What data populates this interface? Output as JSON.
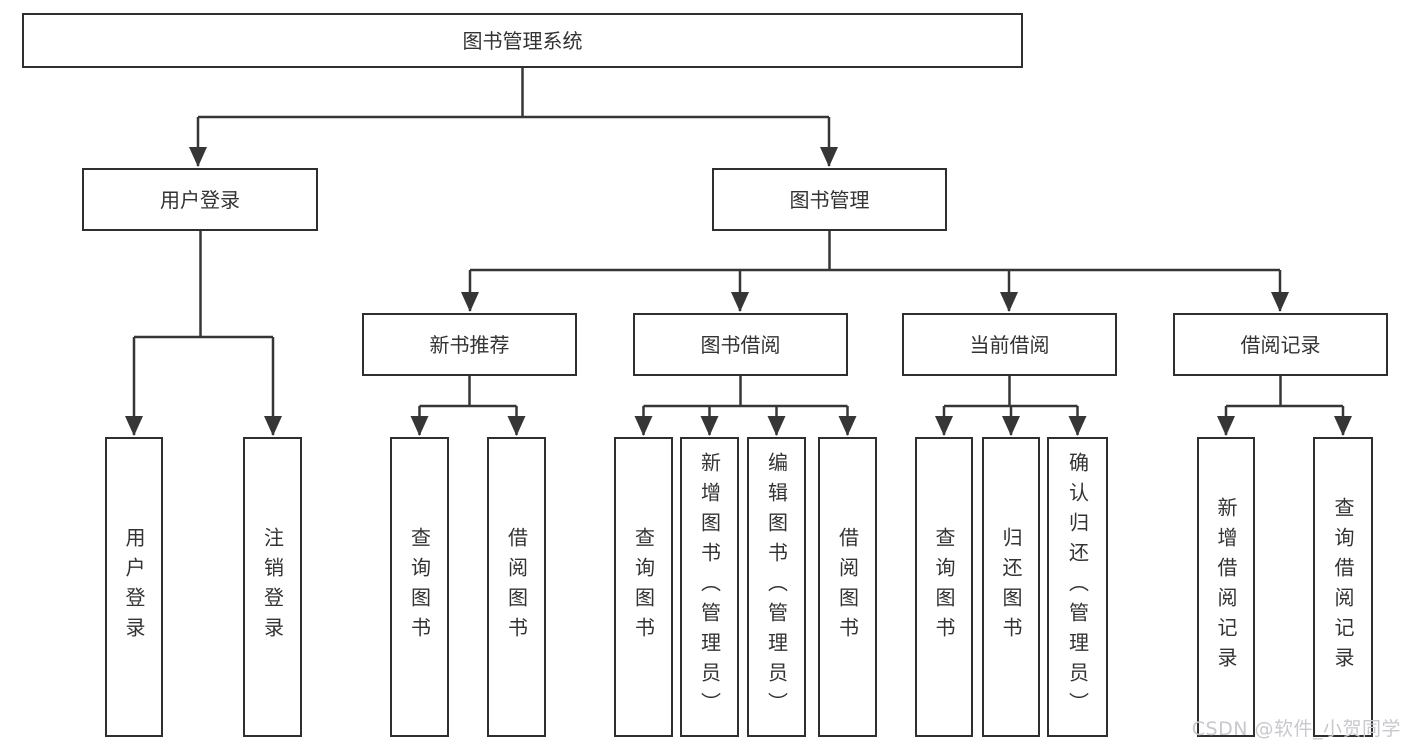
{
  "tree": {
    "root": {
      "label": "图书管理系统"
    },
    "branches": [
      {
        "label": "用户登录",
        "children": [
          {
            "label": "用户登录"
          },
          {
            "label": "注销登录"
          }
        ]
      },
      {
        "label": "图书管理",
        "children": [
          {
            "label": "新书推荐",
            "children": [
              {
                "label": "查询图书"
              },
              {
                "label": "借阅图书"
              }
            ]
          },
          {
            "label": "图书借阅",
            "children": [
              {
                "label": "查询图书"
              },
              {
                "label": "新增图书（管理员）"
              },
              {
                "label": "编辑图书（管理员）"
              },
              {
                "label": "借阅图书"
              }
            ]
          },
          {
            "label": "当前借阅",
            "children": [
              {
                "label": "查询图书"
              },
              {
                "label": "归还图书"
              },
              {
                "label": "确认归还（管理员）"
              }
            ]
          },
          {
            "label": "借阅记录",
            "children": [
              {
                "label": "新增借阅记录"
              },
              {
                "label": "查询借阅记录"
              }
            ]
          }
        ]
      }
    ]
  },
  "watermark": "CSDN @软件_小贺同学",
  "colors": {
    "border": "#2f2f2f",
    "line": "#363636",
    "text": "#333333",
    "background": "#ffffff",
    "watermark": "#c8c8ce"
  }
}
